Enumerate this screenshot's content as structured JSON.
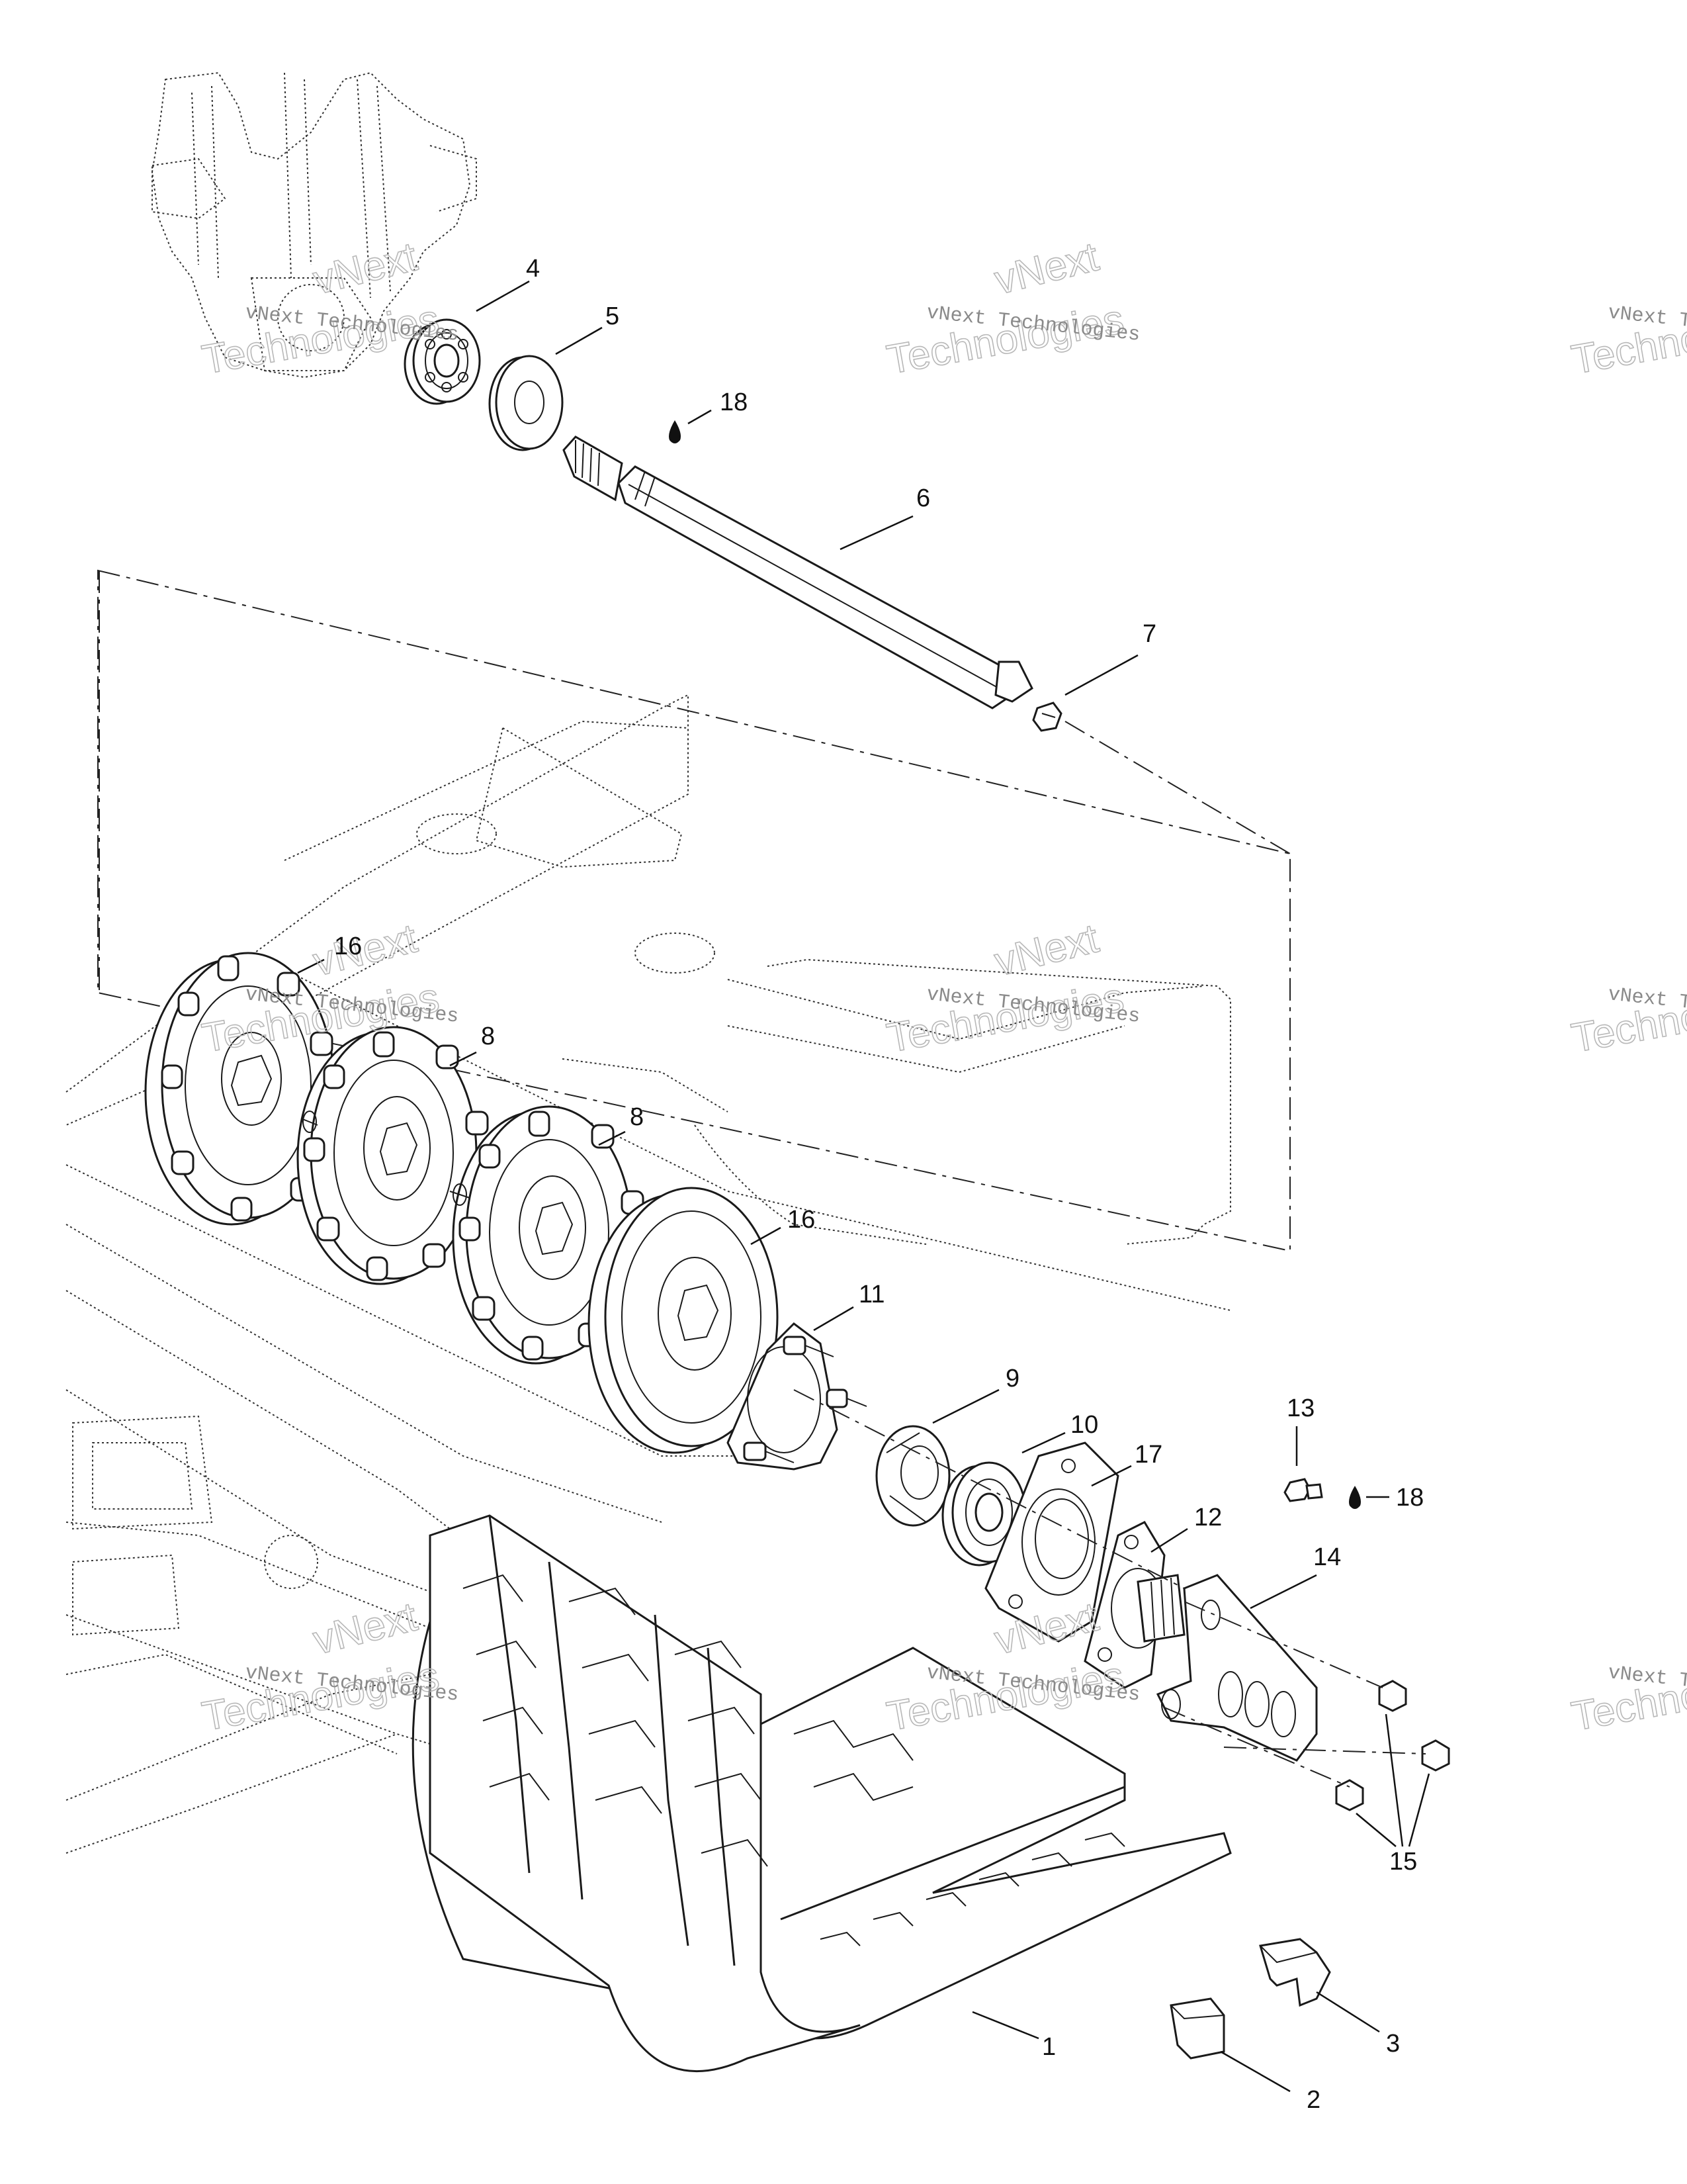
{
  "watermark": {
    "line1": "vNext Technologies",
    "line2": "Technologies",
    "top": "vNext"
  },
  "callouts": [
    "1",
    "2",
    "3",
    "4",
    "5",
    "6",
    "7",
    "8",
    "8",
    "9",
    "10",
    "11",
    "12",
    "13",
    "14",
    "15",
    "16",
    "16",
    "17",
    "18",
    "18"
  ],
  "colors": {
    "line": "#1a1a1a",
    "watermark": "#b8b8b8",
    "background": "#ffffff"
  }
}
